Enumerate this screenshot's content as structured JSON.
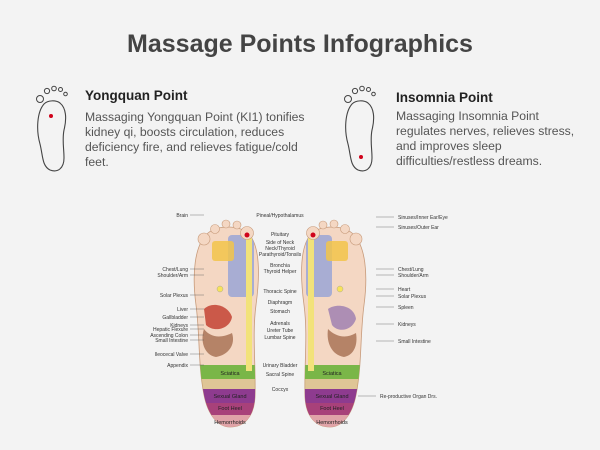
{
  "page": {
    "title": "Massage Points Infographics"
  },
  "cards": [
    {
      "title": "Yongquan Point",
      "text": "Massaging Yongquan Point (KI1) tonifies kidney qi, boosts circulation, reduces deficiency fire, and relieves fatigue/cold feet.",
      "icon": "foot-outline-icon"
    },
    {
      "title": "Insomnia Point",
      "text": "Massaging Insomnia Point regulates nerves, relieves stress, and improves sleep difficulties/restless dreams.",
      "icon": "foot-outline-icon"
    }
  ],
  "chart": {
    "left_labels": [
      "Brain",
      "Chest/Lung",
      "Shoulder/Arm",
      "Solar Plexus",
      "Liver",
      "Gallbladder",
      "Kidneys",
      "Hepatic Flexure",
      "Ascending Colon",
      "Small Intestine",
      "Ileocecal Valve",
      "Appendix"
    ],
    "center_labels": [
      "Pineal/Hypothalamus",
      "Pituitary",
      "Side of Neck",
      "Neck/Thyroid",
      "Parathyroid/Tonsils",
      "Bronchia",
      "Thyroid Helper",
      "Thoracic Spine",
      "Diaphragm",
      "Stomach",
      "Adrenals",
      "Ureter Tube",
      "Lumbar Spine",
      "Urinary Bladder",
      "Sacral Spine",
      "Coccyx"
    ],
    "right_labels": [
      "Sinuses/Inner Ear/Eye",
      "Sinuses/Outer Ear",
      "Chest/Lung",
      "Shoulder/Arm",
      "Heart",
      "Solar Plexus",
      "Spleen",
      "Kidneys",
      "Small Intestine",
      "Re-productive Organ Drs."
    ],
    "zone_labels": [
      "Sciatica",
      "Sexual Gland",
      "Foot Heel",
      "Hemorrhoids"
    ]
  },
  "colors": {
    "point_red": "#d0021b",
    "sciatica": "#7ab648",
    "sexual_gland": "#8e3b8f",
    "heel": "#a8417a",
    "hemorrhoids": "#e0a3a8"
  }
}
